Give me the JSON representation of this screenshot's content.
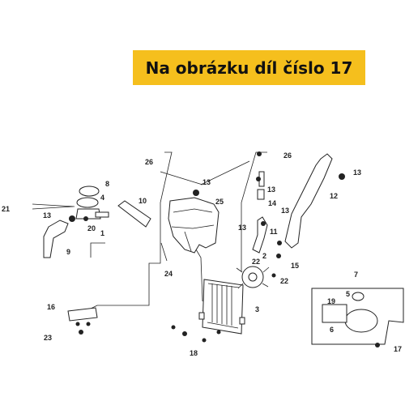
{
  "banner": {
    "text": "Na obrázku díl číslo 17",
    "color": "#f5bf1d"
  },
  "labels": {
    "l1": "1",
    "l2": "2",
    "l3": "3",
    "l4": "4",
    "l5": "5",
    "l6": "6",
    "l7": "7",
    "l8": "8",
    "l9": "9",
    "l10": "10",
    "l11": "11",
    "l12": "12",
    "l13a": "13",
    "l13b": "13",
    "l13c": "13",
    "l13d": "13",
    "l13e": "13",
    "l13f": "13",
    "l14": "14",
    "l15": "15",
    "l16": "16",
    "l17": "17",
    "l18": "18",
    "l19": "19",
    "l20": "20",
    "l21": "21",
    "l22a": "22",
    "l22b": "22",
    "l23": "23",
    "l24": "24",
    "l25": "25",
    "l26a": "26",
    "l26b": "26"
  }
}
